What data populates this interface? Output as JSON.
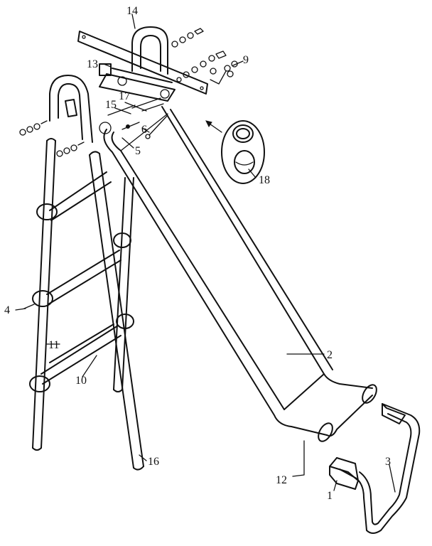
{
  "callouts": {
    "c1": "1",
    "c2": "2",
    "c3": "3",
    "c4": "4",
    "c5": "5",
    "c6": "6",
    "c9": "9",
    "c10": "10",
    "c11": "11",
    "c12": "12",
    "c13": "13",
    "c14": "14",
    "c15": "15",
    "c16": "16",
    "c17": "17",
    "c18": "18"
  }
}
